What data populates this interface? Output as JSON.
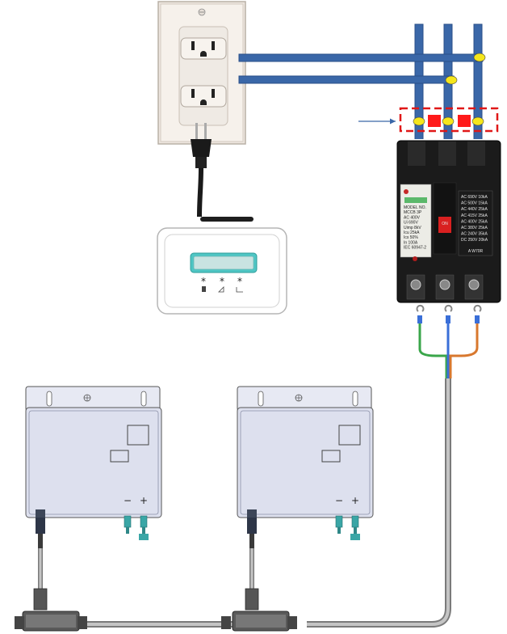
{
  "breaker": {
    "on_label": "ON",
    "left_panel_text": [
      "MODEL NO.",
      "MCCB 3P",
      "AC 400V",
      "Ui 690V",
      "Uimp 8kV",
      "Icu 25kA",
      "Ics 50%",
      "In 100A",
      "IEC 60947-2"
    ],
    "right_panel_text": [
      "AC 690V 10kA",
      "AC 500V 15kA",
      "AC 440V 25kA",
      "AC 415V 25kA",
      "AC 400V 25kA",
      "AC 380V 25kA",
      "AC 240V 35kA",
      "DC 250V 20kA"
    ],
    "right_panel_footer": "A W70R"
  },
  "gateway": {
    "lcd_text": "",
    "icons": [
      "power-icon",
      "signal-icon",
      "network-icon"
    ]
  },
  "inverters": [
    {
      "name": "left",
      "minus_label": "−",
      "plus_label": "+"
    },
    {
      "name": "right",
      "minus_label": "−",
      "plus_label": "+"
    }
  ],
  "colors": {
    "bus_bar": "#3a67a8",
    "bus_bar_edge": "#2a4f88",
    "junction_dot": "#f5e61c",
    "breaker_marker": "#ff1a1a",
    "callout_arrow": "#3a67a8",
    "wire_green": "#3aa64a",
    "wire_blue": "#3a6fd8",
    "wire_orange": "#d8782e",
    "cable_gray": "#9a9a9a",
    "connector_teal": "#3aa6a6",
    "inverter_body": "#dde0ee"
  }
}
